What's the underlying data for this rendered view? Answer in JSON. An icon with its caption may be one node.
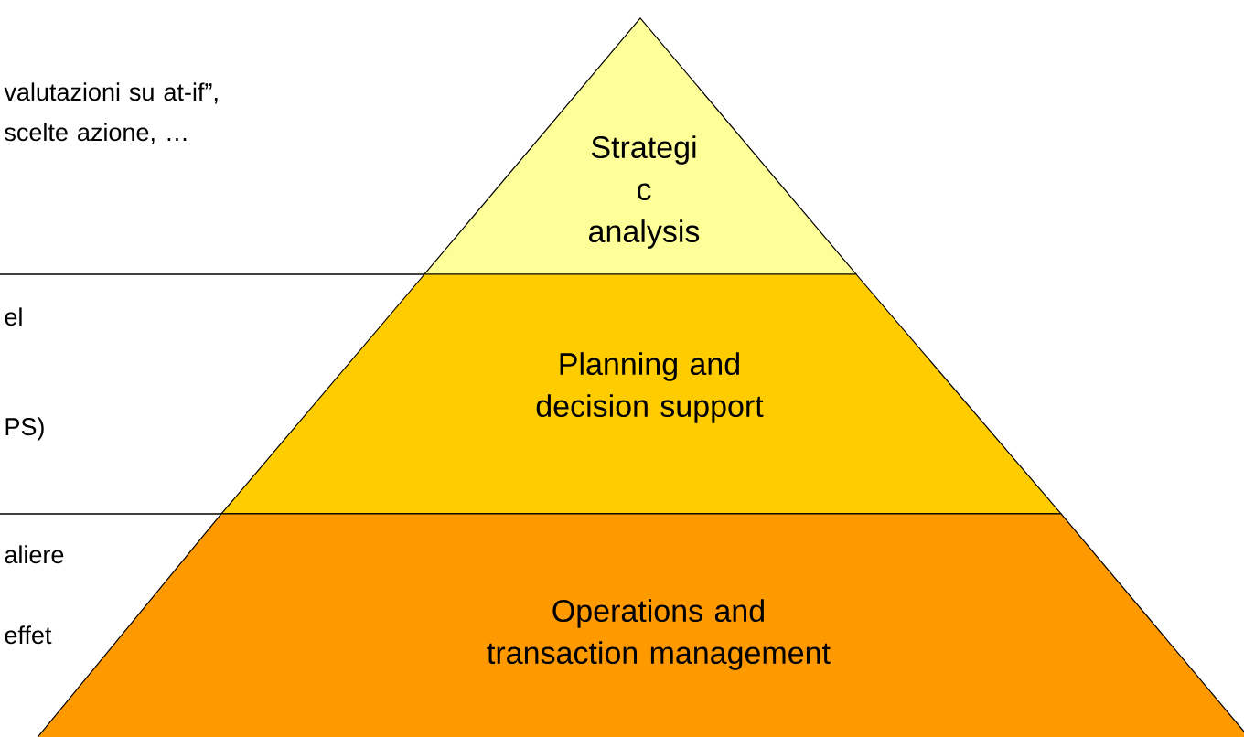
{
  "diagram": {
    "nodes": [
      {
        "text": [
          "Strategi c analysis"
        ]
      },
      {
        "text": [
          "Planning and decision support"
        ]
      },
      {
        "text": [
          "Operations and transaction management"
        ]
      }
    ],
    "labels": [
      "valutazioni su at-if”,  scelte azione, …",
      "el",
      "PS)",
      "aliere",
      "effet"
    ]
  }
}
